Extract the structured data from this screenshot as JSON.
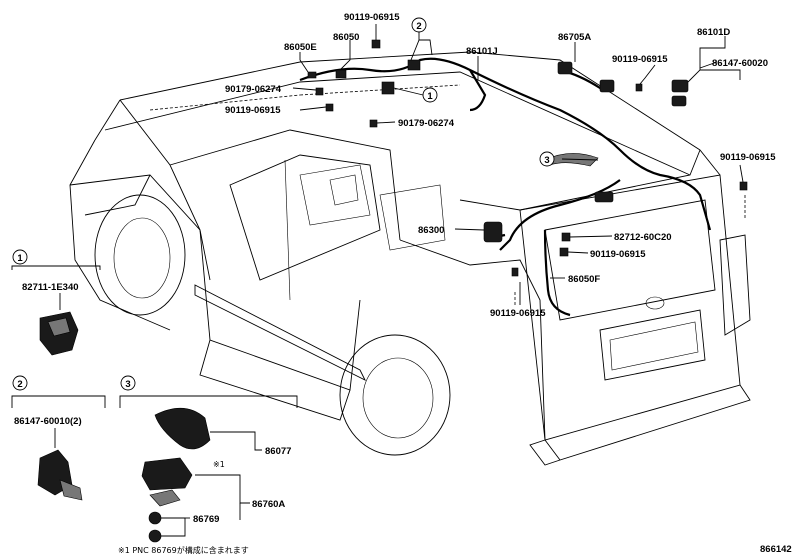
{
  "labels": {
    "p90119_top": "90119-06915",
    "p86050E": "86050E",
    "p86050": "86050",
    "p90179_a": "90179-06274",
    "p90119_b": "90119-06915",
    "p90179_b": "90179-06274",
    "p86101J": "86101J",
    "p86705A": "86705A",
    "p86101D": "86101D",
    "p90119_c": "90119-06915",
    "p86147_60020": "86147-60020",
    "p90119_d": "90119-06915",
    "p86300": "86300",
    "p82712": "82712-60C20",
    "p90119_e": "90119-06915",
    "p86050F": "86050F",
    "p90119_f": "90119-06915",
    "p82711": "82711-1E340",
    "p86147_60010": "86147-60010(2)",
    "p86077": "86077",
    "p86760A": "86760A",
    "p86769": "86769",
    "note_mark": "※1",
    "footnote": "※1 PNC 86769が構成に含まれます",
    "figure_id": "866142"
  },
  "callouts": {
    "c1": "1",
    "c2": "2",
    "c3": "3",
    "c1_top": "1",
    "c2_top": "2",
    "c3_top": "3"
  }
}
